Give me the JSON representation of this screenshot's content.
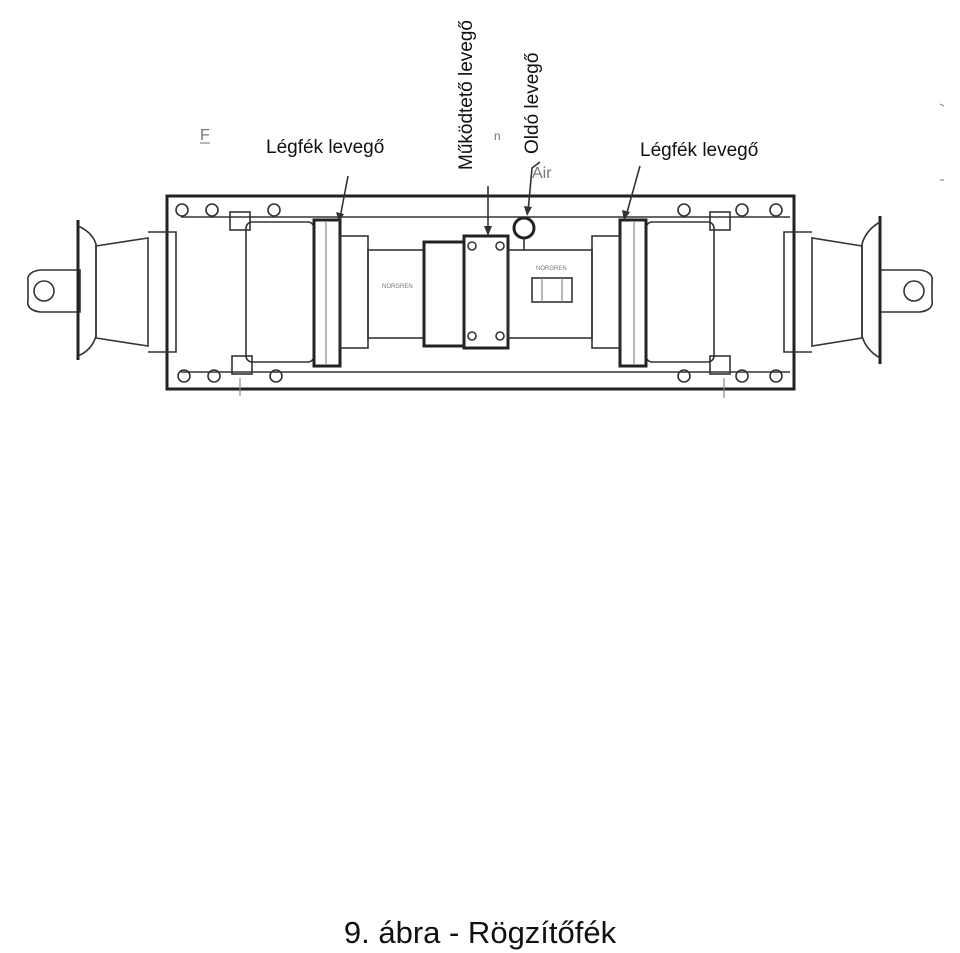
{
  "labels": {
    "air_brake_left": "Légfék levegő",
    "air_brake_right": "Légfék levegő",
    "actuating_air": "Működtető levegő",
    "release_air": "Oldó levegő"
  },
  "scan_text": {
    "air": "Air",
    "corner_letter": "F",
    "n_letter": "n"
  },
  "caption": "9. ábra - Rögzítőfék"
}
